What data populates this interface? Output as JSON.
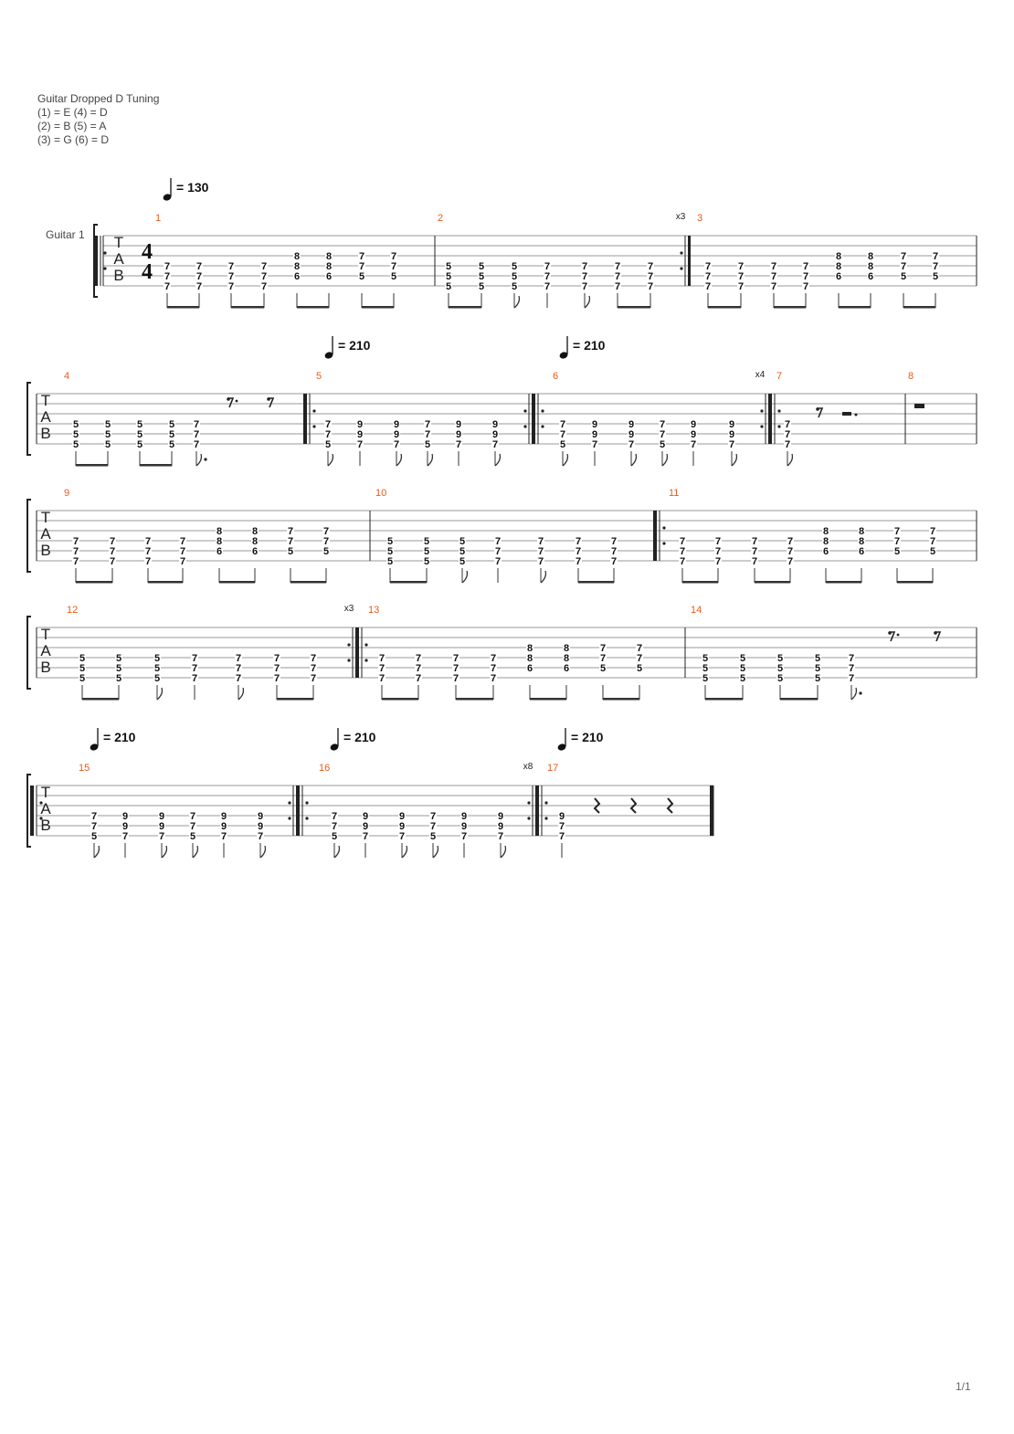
{
  "tuning": {
    "title": "Guitar Dropped D Tuning",
    "lines": [
      "(1) = E (4) = D",
      "(2) = B (5) = A",
      "(3) = G (6) = D"
    ]
  },
  "instrument": "Guitar 1",
  "page_number": "1/1",
  "tab_clef": [
    "T",
    "A",
    "B"
  ],
  "time_signature": {
    "numerator": "4",
    "denominator": "4"
  },
  "tempo_label": "= 130",
  "tempo_labels": [
    "= 130",
    "= 210",
    "= 210",
    "= 210",
    "= 210",
    "= 210"
  ],
  "repeat_labels": [
    "x3",
    "x4",
    "x3",
    "x8"
  ],
  "measure_numbers": [
    "1",
    "2",
    "3",
    "4",
    "5",
    "6",
    "7",
    "8",
    "9",
    "10",
    "11",
    "12",
    "13",
    "14",
    "15",
    "16",
    "17"
  ],
  "measures": {
    "1": {
      "beats": [
        [
          "7",
          "7",
          "7"
        ],
        [
          "7",
          "7",
          "7"
        ],
        [
          "7",
          "7",
          "7"
        ],
        [
          "7",
          "7",
          "7"
        ],
        [
          "8",
          "8",
          "6"
        ],
        [
          "8",
          "8",
          "6"
        ],
        [
          "7",
          "7",
          "5"
        ],
        [
          "7",
          "7",
          "5"
        ]
      ]
    },
    "2": {
      "beats": [
        [
          "5",
          "5",
          "5"
        ],
        [
          "5",
          "5",
          "5"
        ],
        [
          "5",
          "5",
          "5"
        ],
        [
          "7",
          "7",
          "7"
        ],
        [
          "7",
          "7",
          "7"
        ],
        [
          "7",
          "7",
          "7"
        ],
        [
          "7",
          "7",
          "7"
        ]
      ]
    },
    "3": {
      "beats": [
        [
          "7",
          "7",
          "7"
        ],
        [
          "7",
          "7",
          "7"
        ],
        [
          "7",
          "7",
          "7"
        ],
        [
          "7",
          "7",
          "7"
        ],
        [
          "8",
          "8",
          "6"
        ],
        [
          "8",
          "8",
          "6"
        ],
        [
          "7",
          "7",
          "5"
        ],
        [
          "7",
          "7",
          "5"
        ]
      ],
      "repeat": "x3"
    },
    "4": {
      "beats": [
        [
          "5",
          "5",
          "5"
        ],
        [
          "5",
          "5",
          "5"
        ],
        [
          "5",
          "5",
          "5"
        ],
        [
          "5",
          "5",
          "5"
        ],
        [
          "7",
          "7",
          "7"
        ]
      ]
    },
    "5": {
      "beats": [
        [
          "7",
          "7",
          "5"
        ],
        [
          "9",
          "9",
          "7"
        ],
        [
          "9",
          "9",
          "7"
        ],
        [
          "7",
          "7",
          "5"
        ],
        [
          "9",
          "9",
          "7"
        ],
        [
          "9",
          "9",
          "7"
        ]
      ],
      "tempo": "= 210"
    },
    "6": {
      "beats": [
        [
          "7",
          "7",
          "5"
        ],
        [
          "9",
          "9",
          "7"
        ],
        [
          "9",
          "9",
          "7"
        ],
        [
          "7",
          "7",
          "5"
        ],
        [
          "9",
          "9",
          "7"
        ],
        [
          "9",
          "9",
          "7"
        ]
      ],
      "tempo": "= 210"
    },
    "7": {
      "beats": [
        [
          "7",
          "7",
          "7"
        ]
      ],
      "repeat": "x4"
    },
    "8": {
      "beats": []
    },
    "9": {
      "beats": [
        [
          "7",
          "7",
          "7"
        ],
        [
          "7",
          "7",
          "7"
        ],
        [
          "7",
          "7",
          "7"
        ],
        [
          "7",
          "7",
          "7"
        ],
        [
          "8",
          "8",
          "6"
        ],
        [
          "8",
          "8",
          "6"
        ],
        [
          "7",
          "7",
          "5"
        ],
        [
          "7",
          "7",
          "5"
        ]
      ]
    },
    "10": {
      "beats": [
        [
          "5",
          "5",
          "5"
        ],
        [
          "5",
          "5",
          "5"
        ],
        [
          "5",
          "5",
          "5"
        ],
        [
          "7",
          "7",
          "7"
        ],
        [
          "7",
          "7",
          "7"
        ],
        [
          "7",
          "7",
          "7"
        ],
        [
          "7",
          "7",
          "7"
        ]
      ]
    },
    "11": {
      "beats": [
        [
          "7",
          "7",
          "7"
        ],
        [
          "7",
          "7",
          "7"
        ],
        [
          "7",
          "7",
          "7"
        ],
        [
          "7",
          "7",
          "7"
        ],
        [
          "8",
          "8",
          "6"
        ],
        [
          "8",
          "8",
          "6"
        ],
        [
          "7",
          "7",
          "5"
        ],
        [
          "7",
          "7",
          "5"
        ]
      ]
    },
    "12": {
      "beats": [
        [
          "5",
          "5",
          "5"
        ],
        [
          "5",
          "5",
          "5"
        ],
        [
          "5",
          "5",
          "5"
        ],
        [
          "7",
          "7",
          "7"
        ],
        [
          "7",
          "7",
          "7"
        ],
        [
          "7",
          "7",
          "7"
        ],
        [
          "7",
          "7",
          "7"
        ]
      ]
    },
    "13": {
      "beats": [
        [
          "7",
          "7",
          "7"
        ],
        [
          "7",
          "7",
          "7"
        ],
        [
          "7",
          "7",
          "7"
        ],
        [
          "7",
          "7",
          "7"
        ],
        [
          "8",
          "8",
          "6"
        ],
        [
          "8",
          "8",
          "6"
        ],
        [
          "7",
          "7",
          "5"
        ],
        [
          "7",
          "7",
          "5"
        ]
      ],
      "repeat": "x3"
    },
    "14": {
      "beats": [
        [
          "5",
          "5",
          "5"
        ],
        [
          "5",
          "5",
          "5"
        ],
        [
          "5",
          "5",
          "5"
        ],
        [
          "5",
          "5",
          "5"
        ],
        [
          "7",
          "7",
          "7"
        ]
      ]
    },
    "15": {
      "beats": [
        [
          "7",
          "7",
          "5"
        ],
        [
          "9",
          "9",
          "7"
        ],
        [
          "9",
          "9",
          "7"
        ],
        [
          "7",
          "7",
          "5"
        ],
        [
          "9",
          "9",
          "7"
        ],
        [
          "9",
          "9",
          "7"
        ]
      ],
      "tempo": "= 210"
    },
    "16": {
      "beats": [
        [
          "7",
          "7",
          "5"
        ],
        [
          "9",
          "9",
          "7"
        ],
        [
          "9",
          "9",
          "7"
        ],
        [
          "7",
          "7",
          "5"
        ],
        [
          "9",
          "9",
          "7"
        ],
        [
          "9",
          "9",
          "7"
        ]
      ],
      "tempo": "= 210"
    },
    "17": {
      "beats": [
        [
          "9",
          "7",
          "7"
        ]
      ],
      "repeat": "x8",
      "tempo": "= 210"
    }
  }
}
